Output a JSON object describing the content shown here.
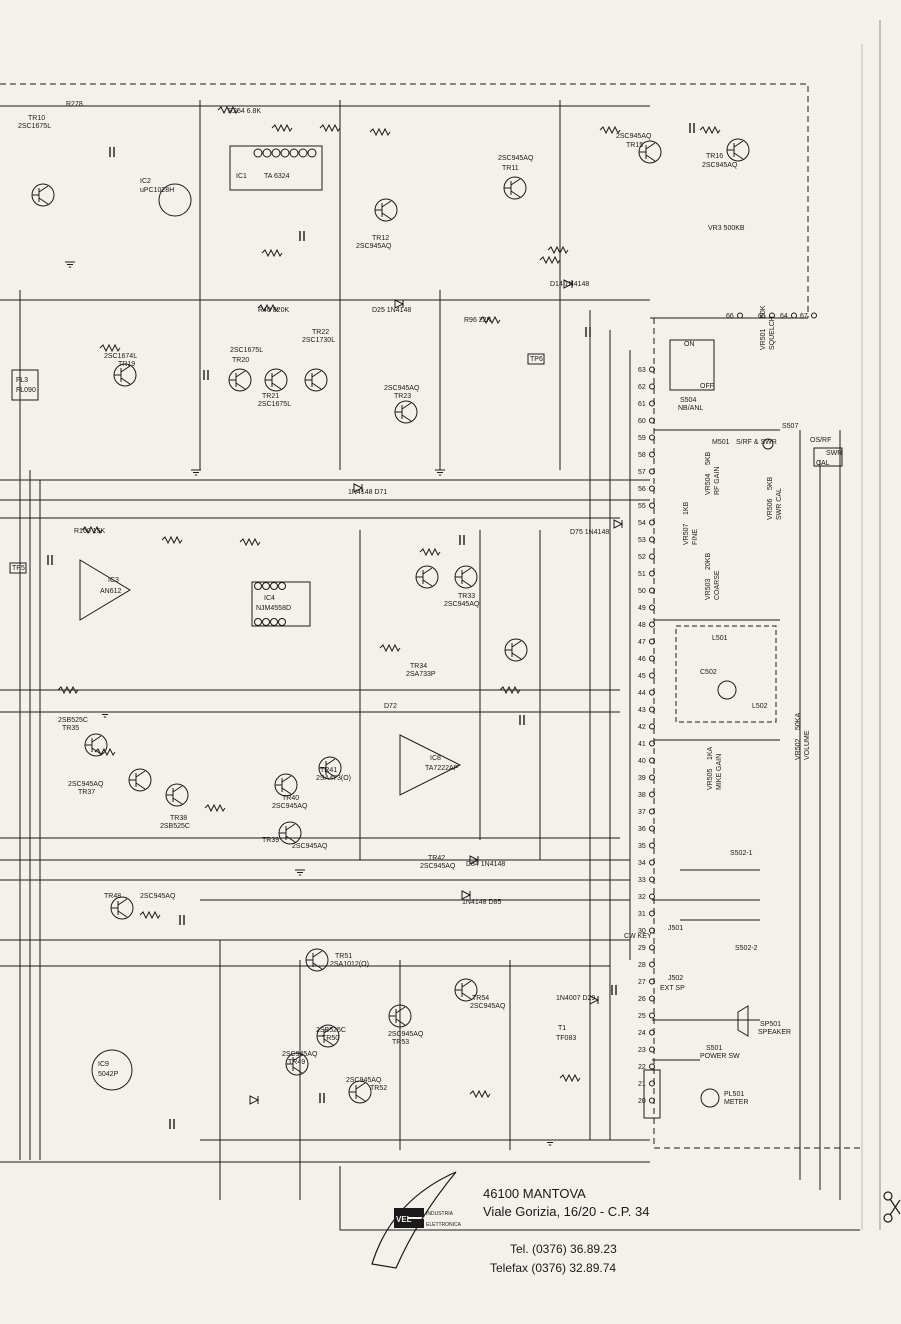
{
  "address": {
    "line1": "46100 MANTOVA",
    "line2": "Viale Gorizia, 16/20 - C.P. 34",
    "tel": "Tel. (0376) 36.89.23",
    "fax": "Telefax (0376) 32.89.74"
  },
  "logo": {
    "letters": "VEL",
    "word1": "INDUSTRIA",
    "word2": "ELETTRONICA"
  },
  "ics": [
    {
      "id": "ic1",
      "ref": "IC1",
      "part": "TA 6324"
    },
    {
      "id": "ic2",
      "ref": "IC2",
      "part": "uPC1028H"
    },
    {
      "id": "ic3",
      "ref": "IC3",
      "part": "AN612"
    },
    {
      "id": "ic4",
      "ref": "IC4",
      "part": "NJM4558D"
    },
    {
      "id": "ic8",
      "ref": "IC8",
      "part": "TA7222AP"
    },
    {
      "id": "ic9",
      "ref": "IC9",
      "part": "5042P"
    }
  ],
  "transistors": [
    {
      "ref": "TR10",
      "part": "2SC1675L"
    },
    {
      "ref": "TR11",
      "part": "2SC945AQ"
    },
    {
      "ref": "TR12",
      "part": "2SC945AQ"
    },
    {
      "ref": "TR15",
      "part": "2SC945AQ"
    },
    {
      "ref": "TR16",
      "part": "2SC945AQ"
    },
    {
      "ref": "TR19",
      "part": "2SC1674L"
    },
    {
      "ref": "TR20",
      "part": "2SC1675L"
    },
    {
      "ref": "TR21",
      "part": "2SC1675L"
    },
    {
      "ref": "TR22",
      "part": "2SC1730L"
    },
    {
      "ref": "TR23",
      "part": "2SC945AQ"
    },
    {
      "ref": "TR33",
      "part": "2SC945AQ"
    },
    {
      "ref": "TR34",
      "part": "2SA733P"
    },
    {
      "ref": "TR35",
      "part": "2SB525C"
    },
    {
      "ref": "TR37",
      "part": "2SC945AQ"
    },
    {
      "ref": "TR38",
      "part": "2SB525C"
    },
    {
      "ref": "TR39",
      "part": "2SC945AQ"
    },
    {
      "ref": "TR40",
      "part": "2SC945AQ"
    },
    {
      "ref": "TR41",
      "part": "2SA473(O)"
    },
    {
      "ref": "TR42",
      "part": "2SC945AQ"
    },
    {
      "ref": "TR48",
      "part": "2SC945AQ"
    },
    {
      "ref": "TR49",
      "part": "2SC945AQ"
    },
    {
      "ref": "TR50",
      "part": "2SB525C"
    },
    {
      "ref": "TR51",
      "part": "2SA1012(O)"
    },
    {
      "ref": "TR52",
      "part": "2SC945AQ"
    },
    {
      "ref": "TR53",
      "part": "2SC945AQ"
    },
    {
      "ref": "TR54",
      "part": "2SC945AQ"
    }
  ],
  "controls": [
    {
      "ref": "VR501",
      "value": "50K",
      "label": "SQUELCH"
    },
    {
      "ref": "VR502",
      "value": "50KA",
      "label": "VOLUME"
    },
    {
      "ref": "VR503",
      "value": "20KB",
      "label": "COARSE"
    },
    {
      "ref": "VR504",
      "value": "5KB",
      "label": "RF GAIN"
    },
    {
      "ref": "VR505",
      "value": "1KA",
      "label": "MIKE GAIN"
    },
    {
      "ref": "VR506",
      "value": "5KB",
      "label": "SWR CAL"
    },
    {
      "ref": "VR507",
      "value": "1KB",
      "label": "FINE"
    }
  ],
  "switches": [
    {
      "ref": "S504",
      "label": "NB/ANL"
    },
    {
      "ref": "S507",
      "label": "OS/RF"
    },
    {
      "ref": "M501",
      "label": "S/RF & SWR"
    },
    {
      "ref": "S501",
      "label": "POWER SW"
    },
    {
      "ref": "S502-1",
      "label": ""
    },
    {
      "ref": "S502-2",
      "label": ""
    }
  ],
  "jacks": [
    {
      "ref": "J501",
      "label": "CW KEY"
    },
    {
      "ref": "J502",
      "label": "EXT SP"
    },
    {
      "ref": "SP501",
      "label": "SPEAKER"
    },
    {
      "ref": "PL501",
      "label": "METER"
    }
  ],
  "misc_labels": {
    "on": "ON",
    "off": "OFF",
    "swr": "SWR",
    "cal": "CAL",
    "tp5": "TP5",
    "tp6": "TP6",
    "fl3": "FL3",
    "fl090": "FL090",
    "l501": "L501",
    "l502": "L502",
    "c502": "C502",
    "t1": "T1",
    "tf083": "TF083",
    "r254": "R254 6.8K",
    "r278": "R278",
    "r40": "R40 820K",
    "d25": "D25 1N4148",
    "d14": "D14 1N4148",
    "d71": "1N4148 D71",
    "d72": "D72",
    "d75": "D75 1N4148",
    "d84": "D84 1N4148",
    "d85": "1N4148 D85",
    "d29": "1N4007 D29",
    "r160": "R160 15K",
    "r96": "R96 22K",
    "vr3": "VR3 500KB"
  },
  "connector_pins": [
    "67",
    "66",
    "65",
    "64",
    "63",
    "62",
    "61",
    "60",
    "59",
    "58",
    "57",
    "56",
    "55",
    "54",
    "53",
    "52",
    "51",
    "50",
    "49",
    "48",
    "47",
    "46",
    "45",
    "44",
    "43",
    "42",
    "41",
    "40",
    "39",
    "38",
    "37",
    "36",
    "35",
    "34",
    "33",
    "32",
    "31",
    "30",
    "29",
    "28",
    "27",
    "26",
    "25",
    "24",
    "23",
    "22",
    "21",
    "20"
  ],
  "colors": {
    "ink": "#1a1a1a",
    "paper": "#f4f1ea"
  }
}
